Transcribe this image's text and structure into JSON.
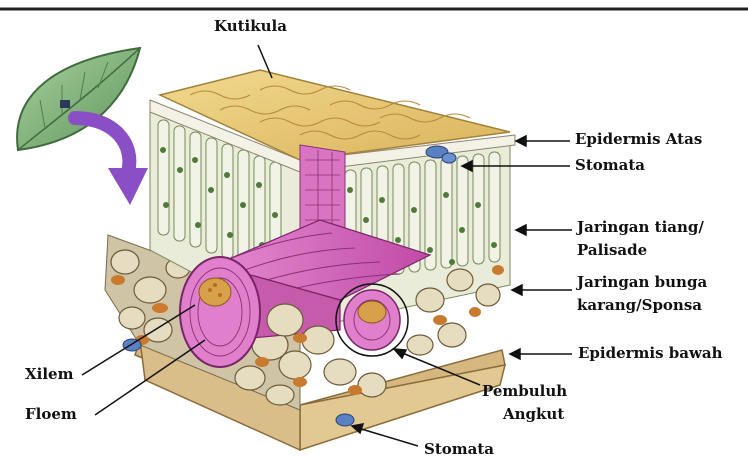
{
  "labels": {
    "kutikula": "Kutikula",
    "epidermis_atas": "Epidermis Atas",
    "stomata_top": "Stomata",
    "jaringan_tiang_1": "Jaringan tiang/",
    "jaringan_tiang_2": "Palisade",
    "jaringan_bunga_1": "Jaringan bunga",
    "jaringan_bunga_2": "karang/Sponsa",
    "epidermis_bawah": "Epidermis bawah",
    "pembuluh_1": "Pembuluh",
    "pembuluh_2": "Angkut",
    "xilem": "Xilem",
    "floem": "Floem",
    "stomata_bottom": "Stomata"
  },
  "colors": {
    "cuticle": "#e9c777",
    "palisade_cell": "#eef0e2",
    "chloroplast": "#4f7a3a",
    "vascular": "#cf5fb6",
    "xylem_core": "#d8a04a",
    "spongy": "#d8cdb0",
    "guard_cell": "#5a80c4",
    "arrow": "#8a4fc4",
    "leaf": "#7fb27a"
  }
}
